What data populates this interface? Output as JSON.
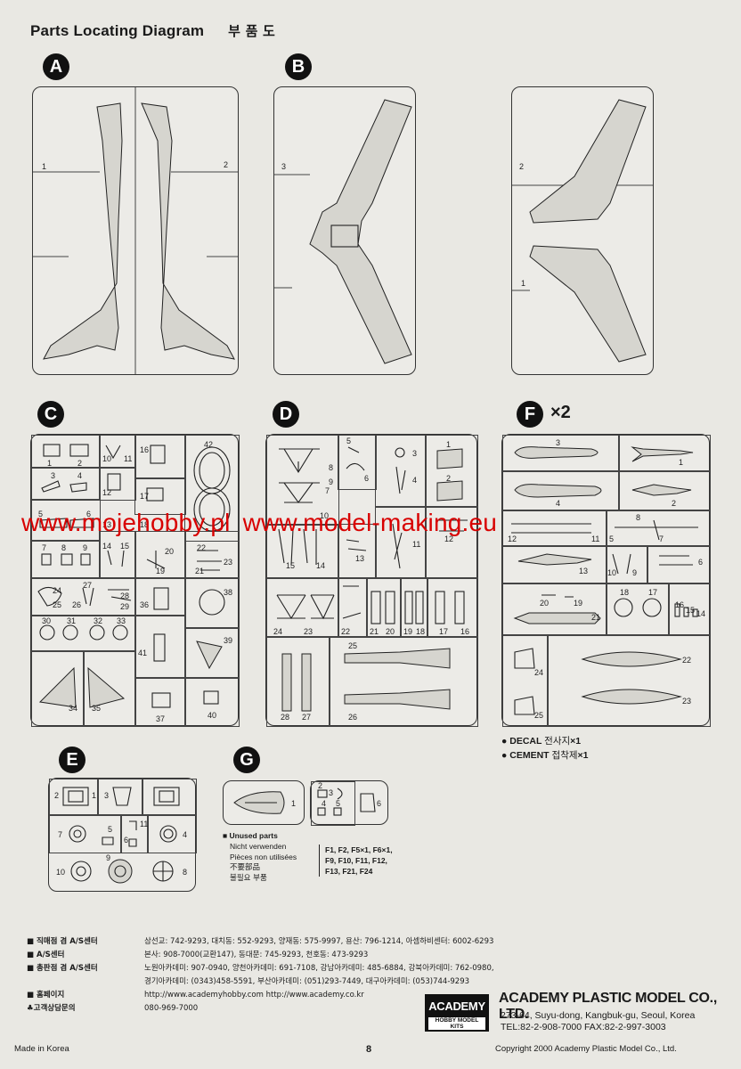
{
  "header": {
    "title": "Parts Locating Diagram",
    "title_ko": "부 품 도"
  },
  "sections": {
    "A": {
      "letter": "A",
      "numbers": [
        "1",
        "2"
      ]
    },
    "B": {
      "letter": "B",
      "numbers": [
        "3",
        "2",
        "1"
      ]
    },
    "C": {
      "letter": "C",
      "numbers": [
        "1",
        "2",
        "3",
        "4",
        "5",
        "6",
        "7",
        "8",
        "9",
        "10",
        "11",
        "12",
        "13",
        "14",
        "15",
        "16",
        "17",
        "18",
        "19",
        "20",
        "21",
        "22",
        "23",
        "24",
        "25",
        "26",
        "27",
        "28",
        "29",
        "30",
        "31",
        "32",
        "33",
        "34",
        "35",
        "36",
        "37",
        "38",
        "39",
        "40",
        "41",
        "42"
      ]
    },
    "D": {
      "letter": "D",
      "numbers": [
        "1",
        "2",
        "3",
        "4",
        "5",
        "6",
        "7",
        "8",
        "9",
        "10",
        "11",
        "12",
        "13",
        "14",
        "15",
        "16",
        "17",
        "18",
        "19",
        "20",
        "21",
        "22",
        "23",
        "24",
        "25",
        "26",
        "27",
        "28"
      ]
    },
    "E": {
      "letter": "E",
      "numbers": [
        "1",
        "2",
        "3",
        "4",
        "5",
        "6",
        "7",
        "8",
        "9",
        "10",
        "11"
      ]
    },
    "F": {
      "letter": "F",
      "multiplier": "×2",
      "numbers": [
        "1",
        "2",
        "3",
        "4",
        "5",
        "6",
        "7",
        "8",
        "9",
        "10",
        "11",
        "12",
        "13",
        "14",
        "15",
        "16",
        "17",
        "18",
        "19",
        "20",
        "21",
        "22",
        "23",
        "24",
        "25"
      ]
    },
    "G": {
      "letter": "G",
      "numbers": [
        "1",
        "2",
        "3",
        "4",
        "5",
        "6"
      ]
    }
  },
  "watermark": {
    "left": "www.mojehobby.pl",
    "right": "www.model-making.eu"
  },
  "legend": {
    "decal": {
      "label": "DECAL",
      "ko": "전사지",
      "count": "×1"
    },
    "cement": {
      "label": "CEMENT",
      "ko": "접착제",
      "count": "×1"
    }
  },
  "unused": {
    "lines": [
      "Unused parts",
      "Nicht verwenden",
      "Pièces non utilisées",
      "不要部品",
      "불필요 부품"
    ],
    "list": [
      "F1, F2, F5×1, F6×1,",
      "F9, F10, F11, F12,",
      "F13, F21, F24"
    ]
  },
  "contacts": {
    "labels": [
      "■ 직매점 겸 A/S센터",
      "■ A/S센터",
      "■ 총판점 겸 A/S센터",
      "",
      "■ 홈페이지",
      "♣고객상담문의"
    ],
    "values": [
      "삼선교: 742-9293, 대치동: 552-9293, 양재동: 575-9997, 용산: 796-1214, 아셈하비센터: 6002-6293",
      "본사: 908-7000(교환147), 동대문: 745-9293, 천호동: 473-9293",
      "노원아카데미: 907-0940, 양천아카데미: 691-7108, 강남아카데미: 485-6884, 강북아카데미: 762-0980,",
      "경기아카데미: (0343)458-5591, 부산아카데미: (051)293-7449, 대구아카데미: (053)744-9293",
      "http://www.academyhobby.com     http://www.academy.co.kr",
      "080-969-7000"
    ]
  },
  "logo": {
    "main": "ACADEMY",
    "sub": "HOBBY MODEL KITS"
  },
  "company": {
    "name": "ACADEMY PLASTIC MODEL CO., LTD.",
    "address": "273-64, Suyu-dong, Kangbuk-gu, Seoul, Korea",
    "tel": "TEL:82-2-908-7000  FAX:82-2-997-3003"
  },
  "footer": {
    "made_in": "Made in Korea",
    "page": "8",
    "copyright": "Copyright 2000 Academy Plastic Model Co., Ltd."
  }
}
